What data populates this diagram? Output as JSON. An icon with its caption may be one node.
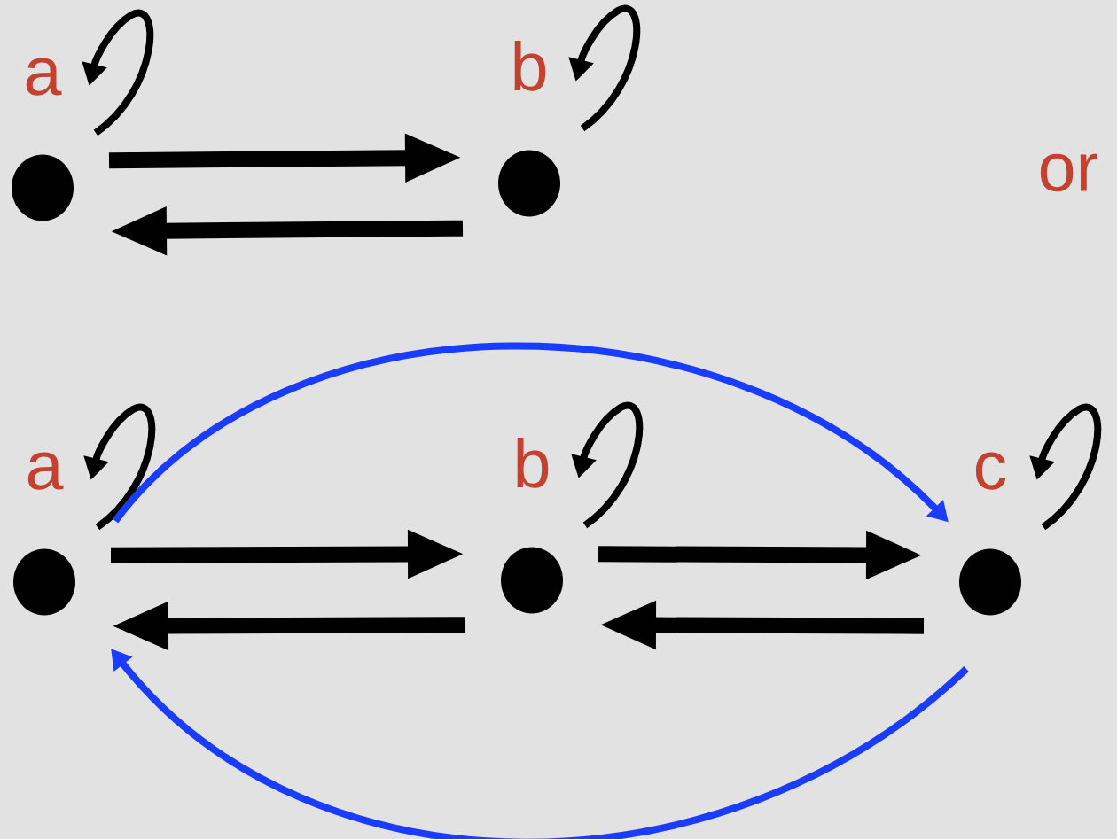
{
  "diagram": {
    "nodes": [
      {
        "text": [],
        "shape": "circle",
        "beside": [
          "a"
        ]
      },
      {
        "text": [],
        "shape": "circle",
        "beside": [
          "b"
        ]
      },
      {
        "text": [],
        "shape": "circle",
        "beside": [
          "a"
        ]
      },
      {
        "text": [],
        "shape": "circle",
        "beside": [
          "b"
        ]
      },
      {
        "text": [],
        "shape": "circle",
        "beside": [
          "c"
        ]
      }
    ],
    "edges": [
      {
        "from": 0,
        "to": 0,
        "arrow": "to"
      },
      {
        "from": 1,
        "to": 1,
        "arrow": "to"
      },
      {
        "from": 0,
        "to": 1,
        "arrow": "to",
        "style": "thick"
      },
      {
        "from": 1,
        "to": 0,
        "arrow": "to",
        "style": "thick"
      },
      {
        "from": 2,
        "to": 2,
        "arrow": "to"
      },
      {
        "from": 3,
        "to": 3,
        "arrow": "to"
      },
      {
        "from": 4,
        "to": 4,
        "arrow": "to"
      },
      {
        "from": 2,
        "to": 3,
        "arrow": "to",
        "style": "thick"
      },
      {
        "from": 3,
        "to": 2,
        "arrow": "to",
        "style": "thick"
      },
      {
        "from": 3,
        "to": 4,
        "arrow": "to",
        "style": "thick"
      },
      {
        "from": 4,
        "to": 3,
        "arrow": "to",
        "style": "thick"
      },
      {
        "from": 2,
        "to": 4,
        "arrow": "to",
        "color": "#1a3cff"
      },
      {
        "from": 4,
        "to": 2,
        "arrow": "to",
        "color": "#1a3cff"
      }
    ],
    "labels": [
      "or"
    ]
  }
}
